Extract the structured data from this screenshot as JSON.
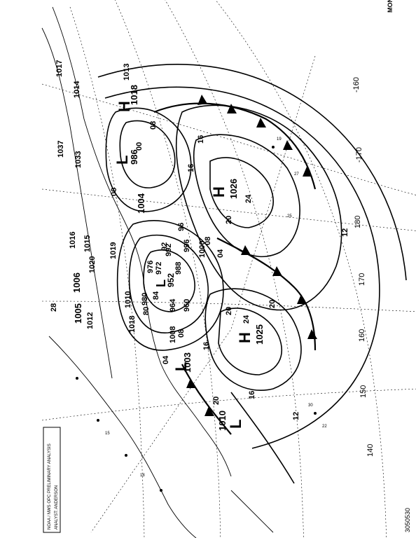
{
  "map": {
    "header_lines": [
      "NOAA / NWS OPC PRELIMINARY ANALYSIS",
      "ANALYST: ANDERSON"
    ],
    "corner_text": "MONS TRO",
    "longitudes": [
      "-160",
      "-170",
      "180",
      "170",
      "160",
      "150",
      "140"
    ],
    "pressure_centers": [
      {
        "type": "H",
        "value": "1026"
      },
      {
        "type": "H",
        "value": "1025"
      },
      {
        "type": "H",
        "value": "1018"
      },
      {
        "type": "L",
        "value": "986"
      },
      {
        "type": "L",
        "value": "952"
      },
      {
        "type": "L",
        "value": "1003"
      },
      {
        "type": "L",
        "value": "1010"
      },
      {
        "type": "L",
        "value": "1006"
      },
      {
        "type": "L",
        "value": "1005"
      },
      {
        "type": "L",
        "value": "1004"
      }
    ],
    "isobar_labels": [
      "1017",
      "1013",
      "1014",
      "1033",
      "1037",
      "1015",
      "1016",
      "1019",
      "1020",
      "1018",
      "1010",
      "1000",
      "996",
      "992",
      "988",
      "980",
      "976",
      "972",
      "964",
      "960",
      "1008",
      "1012",
      "16",
      "20",
      "24",
      "28",
      "12",
      "08",
      "04",
      "00",
      "96",
      "92",
      "84",
      "80"
    ],
    "station_numbers": [
      "30",
      "27",
      "22",
      "25",
      "19",
      "15",
      "18"
    ],
    "bottom_right_id": "3050530"
  }
}
